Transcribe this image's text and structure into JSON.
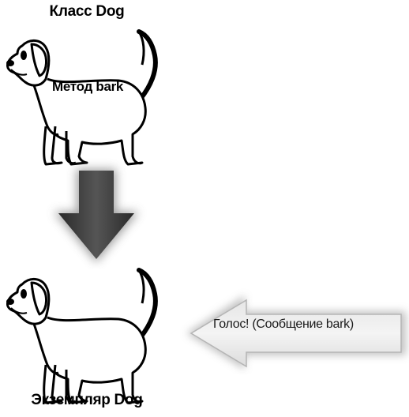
{
  "class_title": "Класс Dog",
  "method_label": "Метод bark",
  "instance_title": "Экземпляр Dog",
  "message_label": "Голос! (Сообщение bark)"
}
